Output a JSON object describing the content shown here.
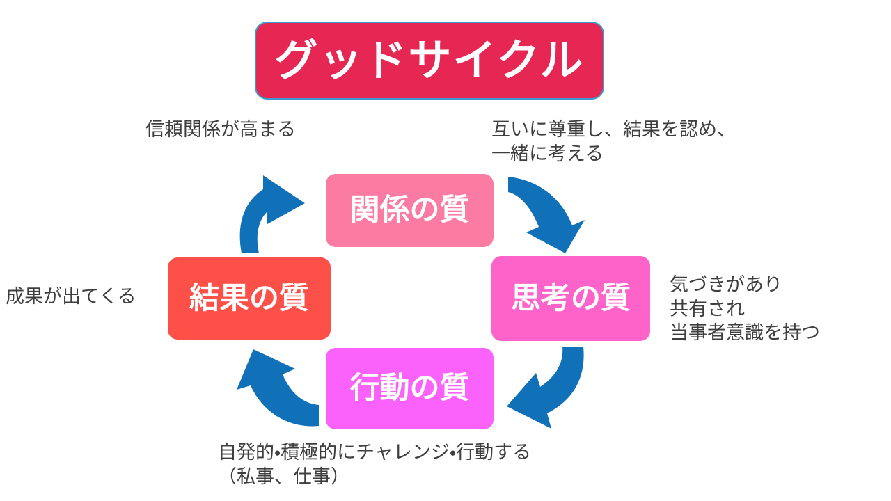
{
  "title": {
    "label": "グッドサイクル",
    "bg_color": "#E62753",
    "border_color": "#3C9ACF",
    "text_color": "#FFFFFF"
  },
  "nodes": [
    {
      "id": "relation",
      "label": "関係の質",
      "color": "#FB7BA2",
      "position": "top"
    },
    {
      "id": "thinking",
      "label": "思考の質",
      "color": "#FD63C8",
      "position": "right"
    },
    {
      "id": "action",
      "label": "行動の質",
      "color": "#FA62FB",
      "position": "bottom"
    },
    {
      "id": "result",
      "label": "結果の質",
      "color": "#FC5049",
      "position": "left"
    }
  ],
  "arrows": [
    {
      "id": "result-to-relation",
      "from": "result",
      "to": "relation",
      "direction": "up-right",
      "color": "#1071B8"
    },
    {
      "id": "relation-to-thinking",
      "from": "relation",
      "to": "thinking",
      "direction": "down-right",
      "color": "#1071B8"
    },
    {
      "id": "thinking-to-action",
      "from": "thinking",
      "to": "action",
      "direction": "down-left",
      "color": "#1071B8"
    },
    {
      "id": "action-to-result",
      "from": "action",
      "to": "result",
      "direction": "up-left",
      "color": "#1071B8"
    }
  ],
  "captions": {
    "trust": "信頼関係が高まる",
    "respect": "互いに尊重し、結果を認め、\n一緒に考える",
    "awareness": "気づきがあり\n共有され\n当事者意識を持つ",
    "outcome": "成果が出てくる",
    "challenge": "自発的・積極的にチャレンジ・行動する\n（私事、仕事）"
  },
  "colors": {
    "background": "#FFFFFF",
    "caption_text": "#3E3E3E",
    "arrow": "#1071B8"
  }
}
